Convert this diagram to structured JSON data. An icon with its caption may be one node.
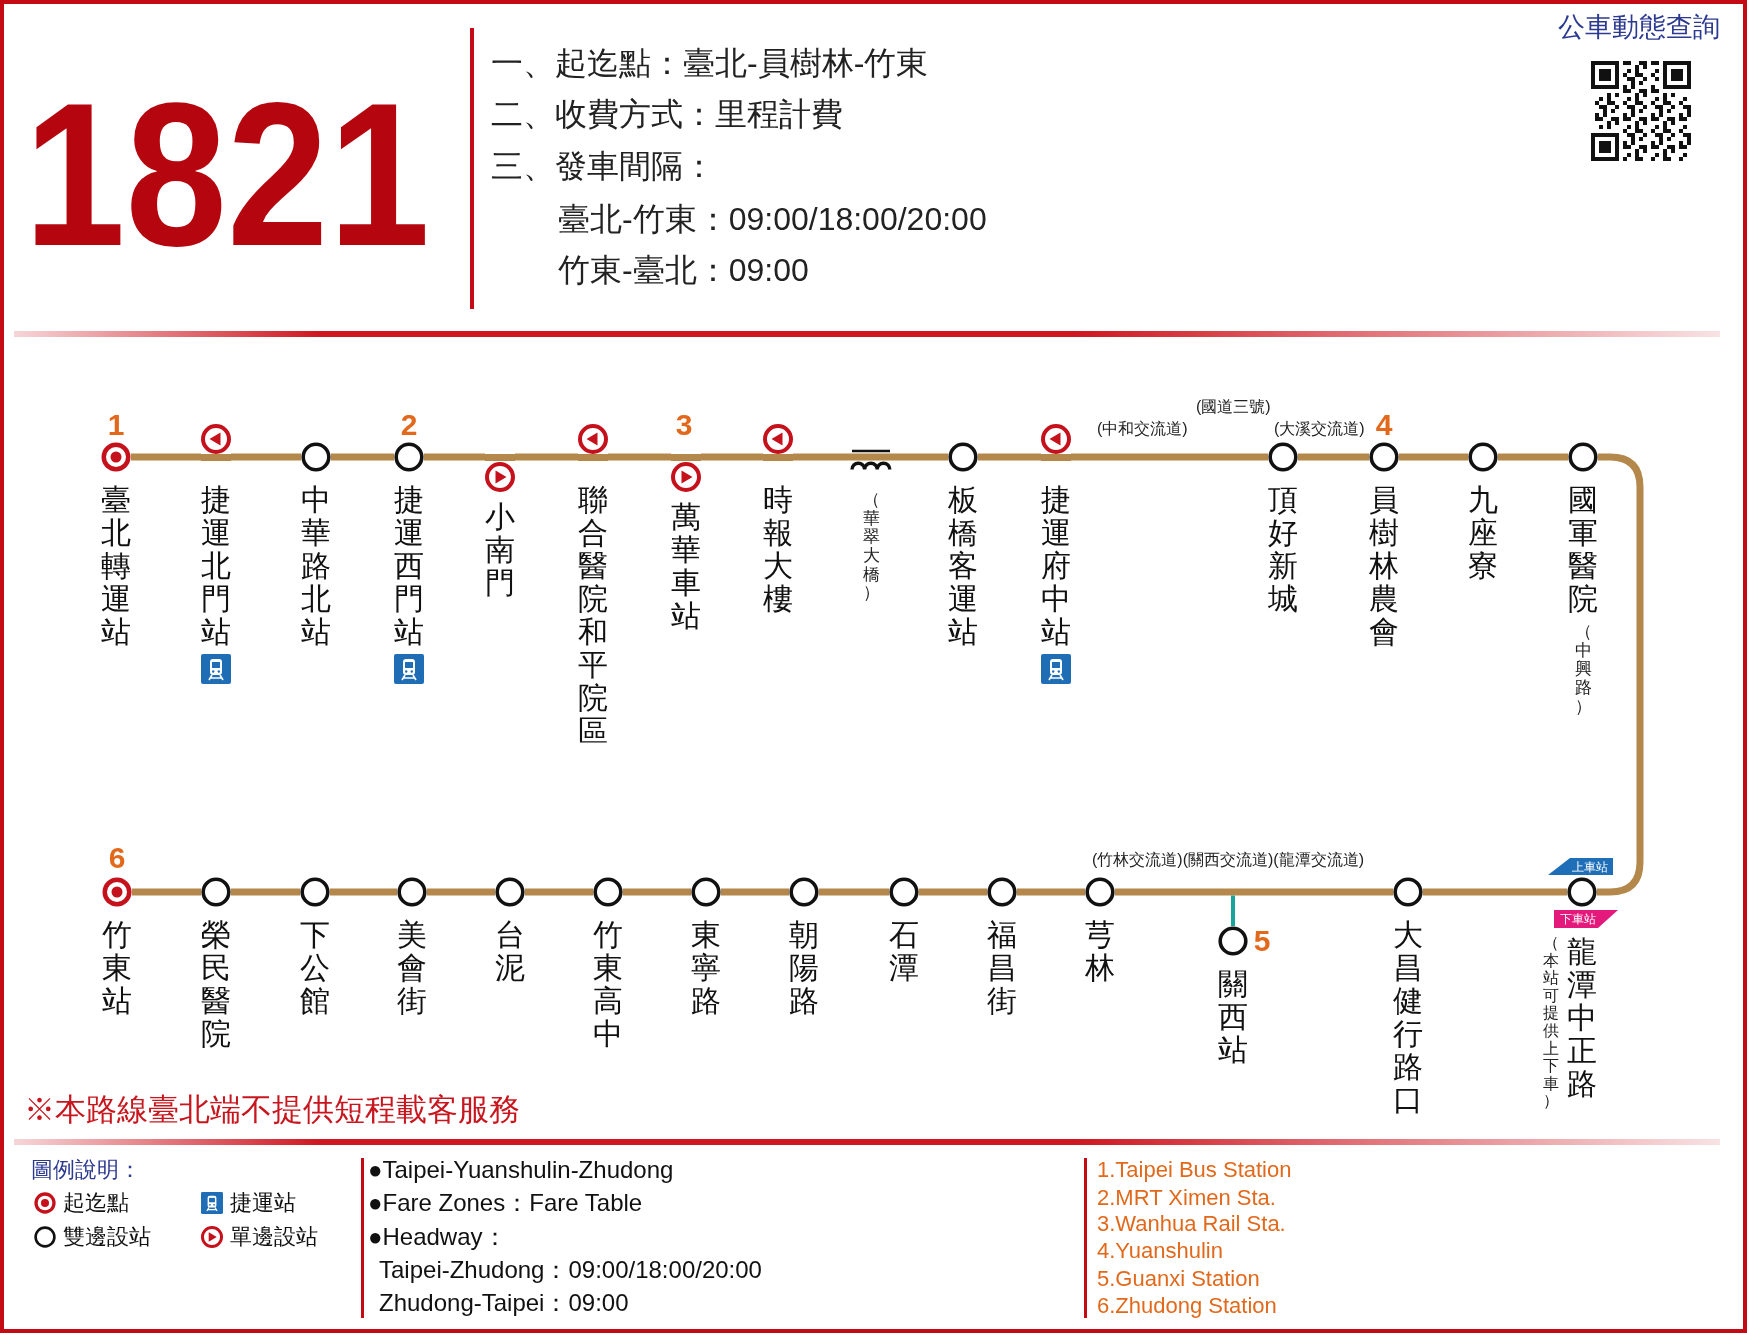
{
  "diagram": {
    "title": "1821",
    "nodes": [
      {
        "text": [
          "臺北轉運站"
        ],
        "beside": [
          "1"
        ]
      },
      {
        "text": [
          "捷運北門站"
        ]
      },
      {
        "text": [
          "中華路北站"
        ]
      },
      {
        "text": [
          "捷運西門站"
        ],
        "beside": [
          "2"
        ]
      },
      {
        "text": [
          "小南門"
        ]
      },
      {
        "text": [
          "聯合醫院和平院區"
        ]
      },
      {
        "text": [
          "萬華車站"
        ],
        "beside": [
          "3"
        ]
      },
      {
        "text": [
          "時報大樓"
        ]
      },
      {
        "text": [
          "（華翠大橋）"
        ]
      },
      {
        "text": [
          "板橋客運站"
        ]
      },
      {
        "text": [
          "捷運府中站"
        ]
      },
      {
        "text": [
          "頂好新城"
        ]
      },
      {
        "text": [
          "員樹林農會"
        ],
        "beside": [
          "4"
        ]
      },
      {
        "text": [
          "九座寮"
        ]
      },
      {
        "text": [
          "國軍醫院",
          "（中興路）"
        ]
      },
      {
        "text": [
          "竹東站"
        ],
        "beside": [
          "6"
        ]
      },
      {
        "text": [
          "榮民醫院"
        ]
      },
      {
        "text": [
          "下公館"
        ]
      },
      {
        "text": [
          "美會街"
        ]
      },
      {
        "text": [
          "台泥"
        ]
      },
      {
        "text": [
          "竹東高中"
        ]
      },
      {
        "text": [
          "東寧路"
        ]
      },
      {
        "text": [
          "朝陽路"
        ]
      },
      {
        "text": [
          "石潭"
        ]
      },
      {
        "text": [
          "福昌街"
        ]
      },
      {
        "text": [
          "芎林"
        ]
      },
      {
        "text": [
          "關西站"
        ],
        "beside": [
          "5"
        ]
      },
      {
        "text": [
          "大昌健行路口"
        ]
      },
      {
        "text": [
          "龍潭中正路"
        ],
        "beside": [
          "上車站",
          "下車站",
          "（本站可提供上下車）"
        ]
      }
    ],
    "edges": [
      {
        "from": 0,
        "to": 1,
        "arrow": "none"
      },
      {
        "from": 1,
        "to": 2,
        "arrow": "none"
      },
      {
        "from": 2,
        "to": 3,
        "arrow": "none"
      },
      {
        "from": 3,
        "to": 4,
        "arrow": "none"
      },
      {
        "from": 4,
        "to": 5,
        "arrow": "none"
      },
      {
        "from": 5,
        "to": 6,
        "arrow": "none"
      },
      {
        "from": 6,
        "to": 7,
        "arrow": "none"
      },
      {
        "from": 7,
        "to": 8,
        "arrow": "none"
      },
      {
        "from": 8,
        "to": 9,
        "arrow": "none"
      },
      {
        "from": 9,
        "to": 10,
        "arrow": "none"
      },
      {
        "from": 10,
        "to": 11,
        "arrow": "none"
      },
      {
        "from": 11,
        "to": 12,
        "arrow": "none"
      },
      {
        "from": 12,
        "to": 13,
        "arrow": "none"
      },
      {
        "from": 13,
        "to": 14,
        "arrow": "none"
      },
      {
        "from": 14,
        "to": 28,
        "arrow": "none"
      },
      {
        "from": 28,
        "to": 27,
        "arrow": "none"
      },
      {
        "from": 27,
        "to": 25,
        "arrow": "none"
      },
      {
        "from": null,
        "to": 26,
        "arrow": "none",
        "color": "#1aa39a"
      },
      {
        "from": 25,
        "to": 24,
        "arrow": "none"
      },
      {
        "from": 24,
        "to": 23,
        "arrow": "none"
      },
      {
        "from": 23,
        "to": 22,
        "arrow": "none"
      },
      {
        "from": 22,
        "to": 21,
        "arrow": "none"
      },
      {
        "from": 21,
        "to": 20,
        "arrow": "none"
      },
      {
        "from": 20,
        "to": 19,
        "arrow": "none"
      },
      {
        "from": 19,
        "to": 18,
        "arrow": "none"
      },
      {
        "from": 18,
        "to": 17,
        "arrow": "none"
      },
      {
        "from": 17,
        "to": 16,
        "arrow": "none"
      },
      {
        "from": 16,
        "to": 15,
        "arrow": "none"
      }
    ],
    "labels": [
      "公車動態查詢",
      "一、起迄點：臺北-員樹林-竹東",
      "二、收費方式：里程計費",
      "三、發車間隔：",
      "臺北-竹東：09:00/18:00/20:00",
      "竹東-臺北：09:00",
      "(國道三號)",
      "(中和交流道)",
      "(大溪交流道)",
      "(竹林交流道)(關西交流道)(龍潭交流道)",
      "※本路線臺北端不提供短程載客服務",
      "圖例說明：",
      "●Taipei-Yuanshulin-Zhudong",
      "●Fare Zones：Fare Table",
      "●Headway：",
      "Taipei-Zhudong：09:00/18:00/20:00",
      "Zhudong-Taipei：09:00",
      "1.Taipei Bus Station",
      "2.MRT Ximen Sta.",
      "3.Wanhua Rail Sta.",
      "4.Yuanshulin",
      "5.Guanxi Station",
      "6.Zhudong Station"
    ],
    "legend": [
      {
        "text": "起迄點"
      },
      {
        "text": "捷運站"
      },
      {
        "text": "雙邊設站"
      },
      {
        "text": "單邊設站"
      }
    ]
  }
}
